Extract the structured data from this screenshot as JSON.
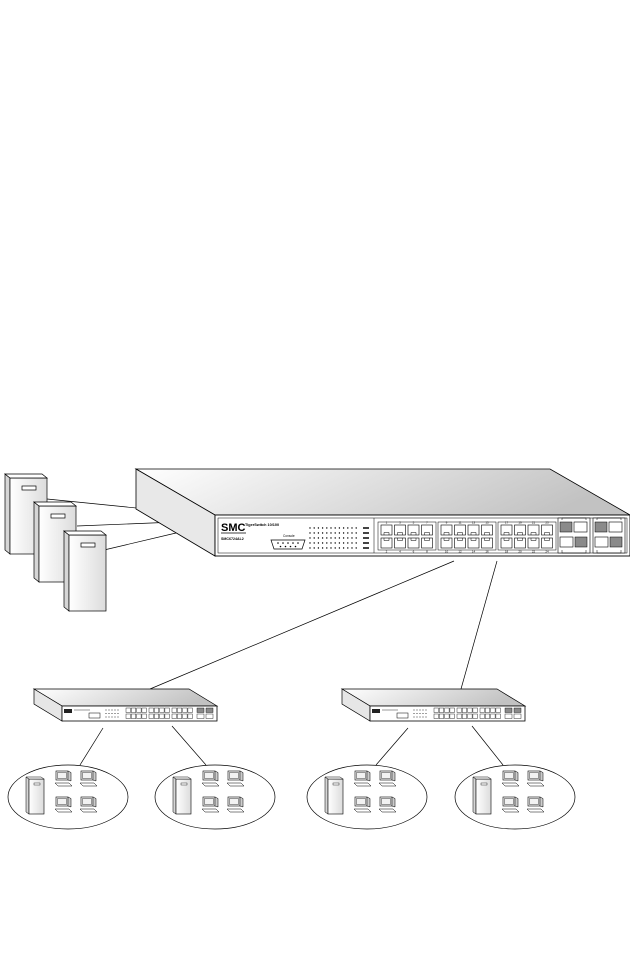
{
  "colors": {
    "stroke": "#000000",
    "server_front": "#f6f6f6",
    "server_side": "#d9d9d9",
    "switch_top_light": "#ffffff",
    "switch_top_dark": "#c4c4c4",
    "switch_side": "#e6e6e6",
    "port": "#ffffff",
    "module_dark": "#8a8a8a"
  },
  "main_switch": {
    "brand": "SMC",
    "model": "TigerSwitch 10/100",
    "sku": "SMC6724AL2",
    "console_label": "Console",
    "port_numbers_top": [
      "1",
      "3",
      "5",
      "7",
      "9",
      "11",
      "13",
      "15",
      "17",
      "19",
      "21",
      "23"
    ],
    "port_numbers_bottom": [
      "2",
      "4",
      "6",
      "8",
      "10",
      "12",
      "14",
      "16",
      "18",
      "20",
      "22",
      "24"
    ]
  },
  "edge_switches": [
    {
      "name": "edge-switch-left"
    },
    {
      "name": "edge-switch-right"
    }
  ],
  "servers": [
    {
      "name": "server-1"
    },
    {
      "name": "server-2"
    },
    {
      "name": "server-3"
    }
  ],
  "workgroups": [
    {
      "name": "workgroup-1"
    },
    {
      "name": "workgroup-2"
    },
    {
      "name": "workgroup-3"
    },
    {
      "name": "workgroup-4"
    }
  ]
}
